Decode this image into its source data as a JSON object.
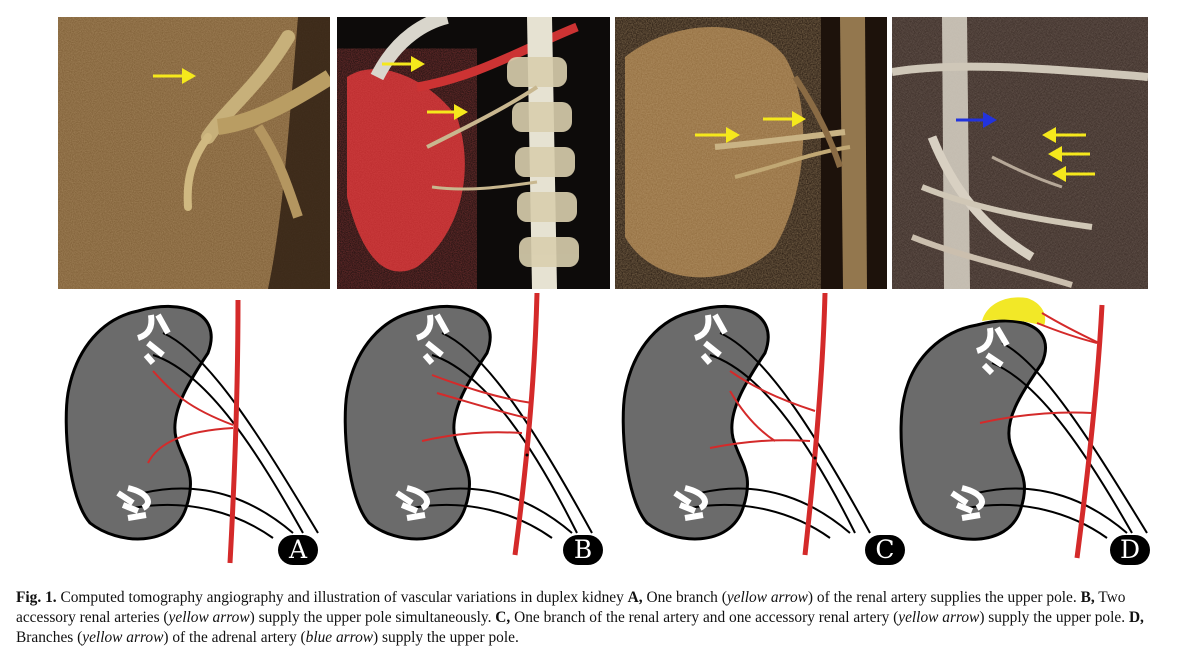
{
  "panels": [
    {
      "id": "A",
      "letter": "A",
      "arrows": {
        "yellow": 1,
        "blue": 0
      }
    },
    {
      "id": "B",
      "letter": "B",
      "arrows": {
        "yellow": 2,
        "blue": 0
      }
    },
    {
      "id": "C",
      "letter": "C",
      "arrows": {
        "yellow": 2,
        "blue": 0
      }
    },
    {
      "id": "D",
      "letter": "D",
      "arrows": {
        "yellow": 3,
        "blue": 1
      }
    }
  ],
  "caption": {
    "fig_label": "Fig. 1.",
    "t1": " Computed tomography angiography and illustration of vascular variations in duplex kidney ",
    "bA": "A,",
    "t2": " One branch (",
    "i1": "yellow arrow",
    "t3": ") of the renal artery supplies the upper pole. ",
    "bB": "B,",
    "t4": " Two accessory renal arteries (",
    "i2": "yellow arrow",
    "t5": ") supply the upper pole simultaneously. ",
    "bC": "C,",
    "t6": " One branch of the renal artery and one accessory renal artery (",
    "i3": "yellow arrow",
    "t7": ") supply the upper pole. ",
    "bD": "D,",
    "t8": " Branches (",
    "i4": "yellow arrow",
    "t9": ") of the adrenal artery (",
    "i5": "blue arrow",
    "t10": ") supply the upper pole."
  },
  "colors": {
    "yellow_arrow": "#f5e81c",
    "blue_arrow": "#2233dd",
    "kidney_fill": "#6b6b6b",
    "artery_red": "#d42a2a",
    "adrenal_yellow": "#f2e827"
  }
}
